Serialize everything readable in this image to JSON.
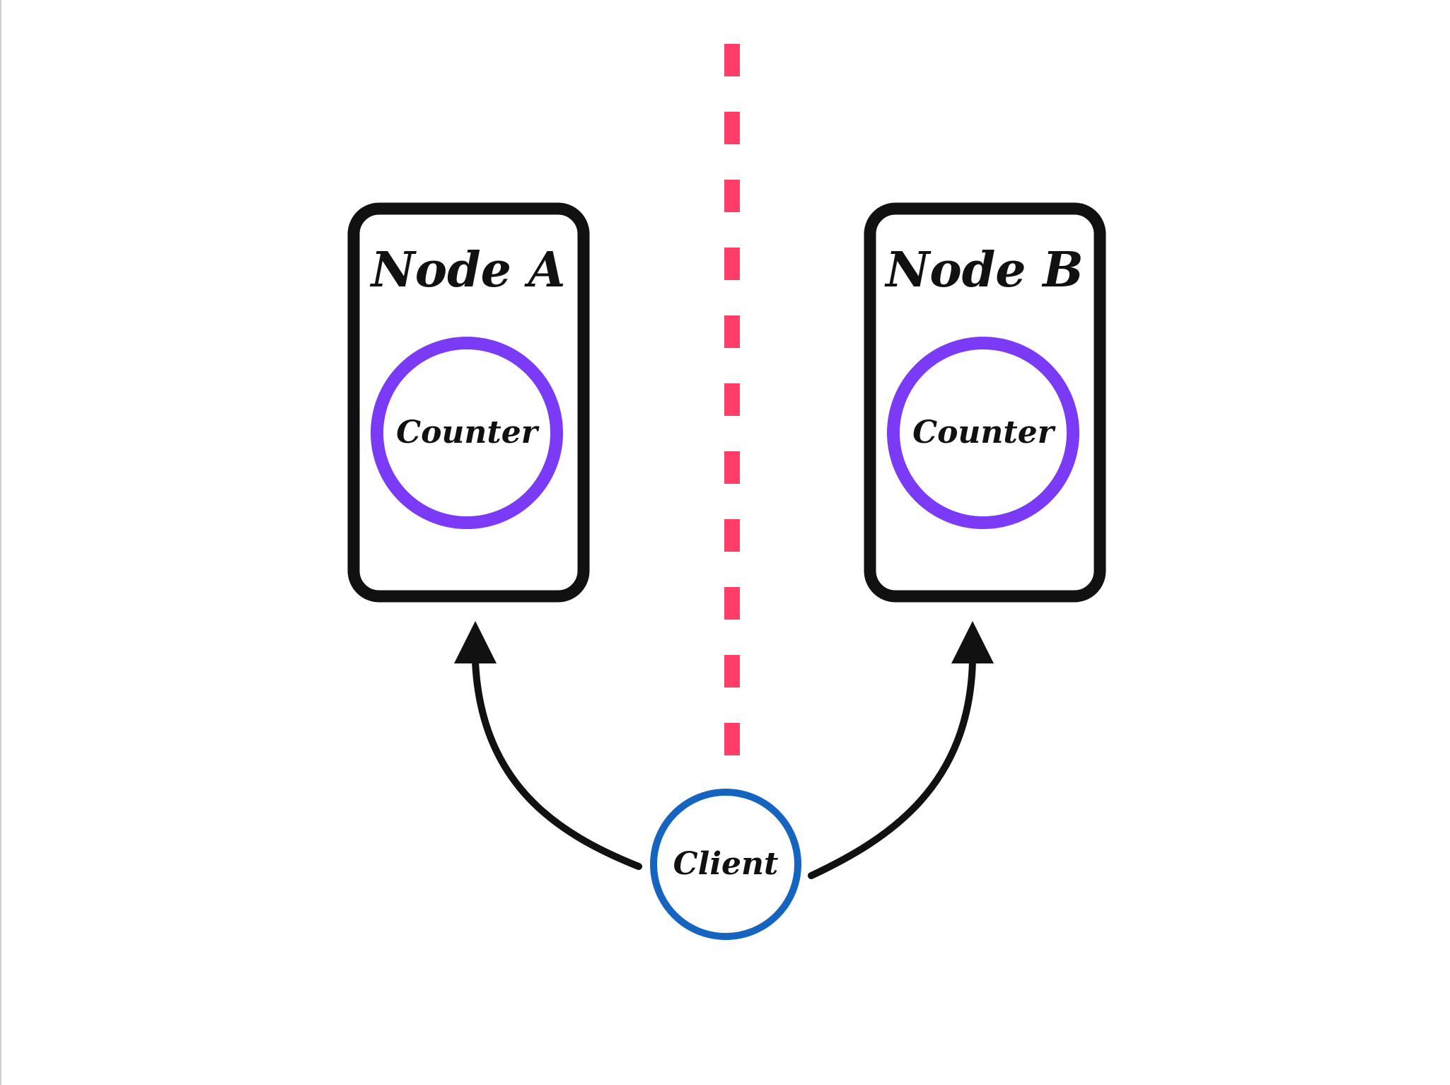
{
  "nodes": [
    {
      "title": "Node A",
      "component": "Counter"
    },
    {
      "title": "Node B",
      "component": "Counter"
    }
  ],
  "client": {
    "label": "Client"
  },
  "colors": {
    "node_border": "#111111",
    "counter_ring": "#7B3AF5",
    "client_ring": "#1565C0",
    "partition": "#FF3D67",
    "arrow": "#111111"
  },
  "icons": {
    "partition": "dashed-partition-line",
    "arrow": "arrow-up-icon"
  }
}
